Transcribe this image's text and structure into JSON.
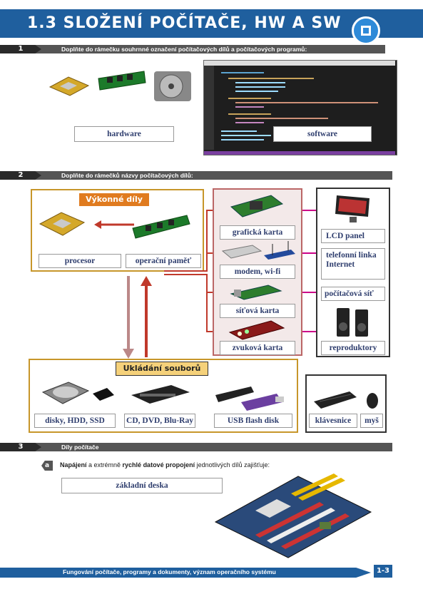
{
  "header": {
    "title": "1.3 SLOŽENÍ POČÍTAČE, HW A SW"
  },
  "section1": {
    "number": "1",
    "instruction": "Doplňte do rámečku souhrnné označení počítačových dílů a počítačových programů:",
    "answer_hw": "hardware",
    "answer_sw": "software"
  },
  "section2": {
    "number": "2",
    "instruction": "Doplňte do rámečků názvy počítačových dílů:",
    "performance_label": "Výkonné díly",
    "storage_label": "Ukládání souborů",
    "processor": "procesor",
    "memory": "operační paměť",
    "graphics": "grafická karta",
    "modem": "modem, wi-fi",
    "network": "síťová karta",
    "sound": "zvuková karta",
    "lcd": "LCD panel",
    "phone": "telefonní linka Internet",
    "net": "počítačová síť",
    "speakers": "reproduktory",
    "disks": "disky, HDD, SSD",
    "optical": "CD, DVD, Blu-Ray",
    "usb": "USB flash disk",
    "keyboard": "klávesnice",
    "mouse": "myš"
  },
  "section3": {
    "number": "3",
    "heading": "Díly počítače",
    "item_letter": "a",
    "sentence_a": "Napájení",
    "sentence_b": " a extrémně ",
    "sentence_c": "rychlé datové propojení",
    "sentence_d": " jednotlivých dílů zajišťuje:",
    "answer": "základní deska"
  },
  "footer": {
    "text": "Fungování počítače, programy a dokumenty, význam operačního systému",
    "page": "1-3"
  },
  "colors": {
    "header_blue": "#1f5f9e",
    "orange": "#e07b1f",
    "frame_gold": "#c7962a",
    "frame_red": "#b66",
    "answer_text": "#2f3e6e"
  }
}
